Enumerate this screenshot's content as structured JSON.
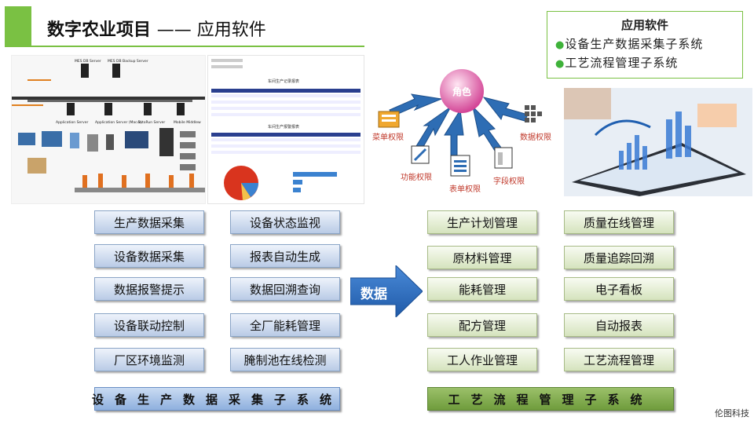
{
  "header": {
    "title": "数字农业项目",
    "dash": "——",
    "subtitle": "应用软件"
  },
  "app_box": {
    "title": "应用软件",
    "items": [
      "设备生产数据采集子系统",
      "工艺流程管理子系统"
    ]
  },
  "architecture": {
    "label1": "MES DB Server",
    "label2": "MES DB Backup Server",
    "label3": "Application Server",
    "label4": "Application Server (Mac 2)",
    "label5": "AutoRun Server",
    "label6": "Mobile Middlew"
  },
  "report": {
    "title1": "车间生产记录报表",
    "title2": "车间生产报警报表"
  },
  "roles": {
    "center": "角色",
    "menu": "菜单权限",
    "func": "功能权限",
    "form": "表单权限",
    "field": "字段权限",
    "data": "数据权限"
  },
  "left_buttons": [
    "生产数据采集",
    "设备状态监视",
    "设备数据采集",
    "报表自动生成",
    "数据报警提示",
    "数据回溯查询",
    "设备联动控制",
    "全厂能耗管理",
    "厂区环境监测",
    "腌制池在线检测"
  ],
  "right_buttons": [
    "生产计划管理",
    "质量在线管理",
    "原材料管理",
    "质量追踪回溯",
    "能耗管理",
    "电子看板",
    "配方管理",
    "自动报表",
    "工人作业管理",
    "工艺流程管理"
  ],
  "left_bar": "设备生产数据采集子系统",
  "right_bar": "工艺流程管理子系统",
  "arrow_label": "数据",
  "footer": "伦图科技",
  "colors": {
    "accent_green": "#7ac143",
    "button_blue": "#b9cbe6",
    "arrow_blue": "#2f6fbf"
  }
}
